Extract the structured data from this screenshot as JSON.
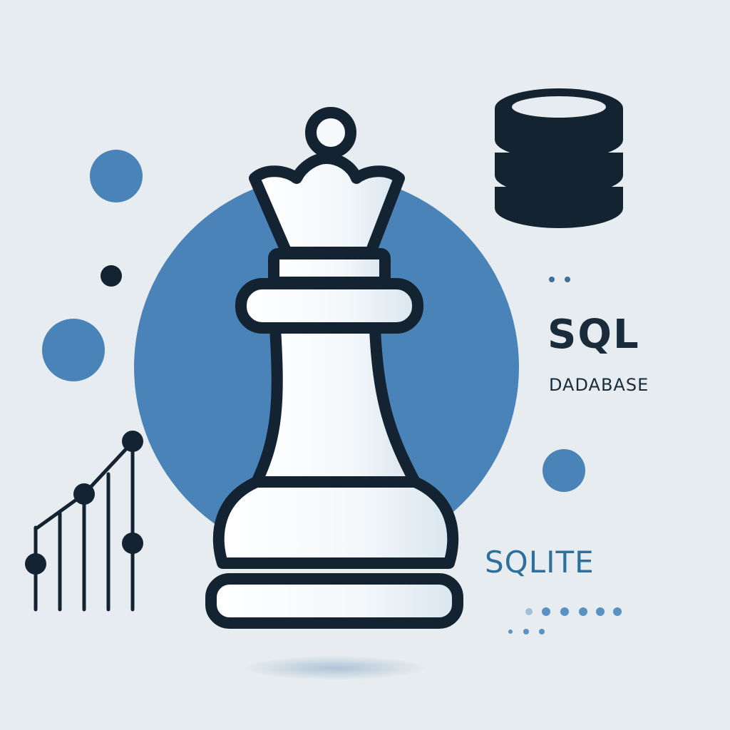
{
  "labels": {
    "sql": "SQL",
    "database": "DADABASE",
    "sqlite": "SQLITE"
  },
  "colors": {
    "background": "#e6ecef",
    "accent_blue": "#4a83b8",
    "light_blue": "#5a92c4",
    "dark_navy": "#142331",
    "piece_fill": "#f7fafc",
    "sqlite_text": "#2d6f9d"
  },
  "icons": {
    "main": "chess-queen-icon",
    "database": "database-stack-icon",
    "chart": "line-chart-icon"
  }
}
